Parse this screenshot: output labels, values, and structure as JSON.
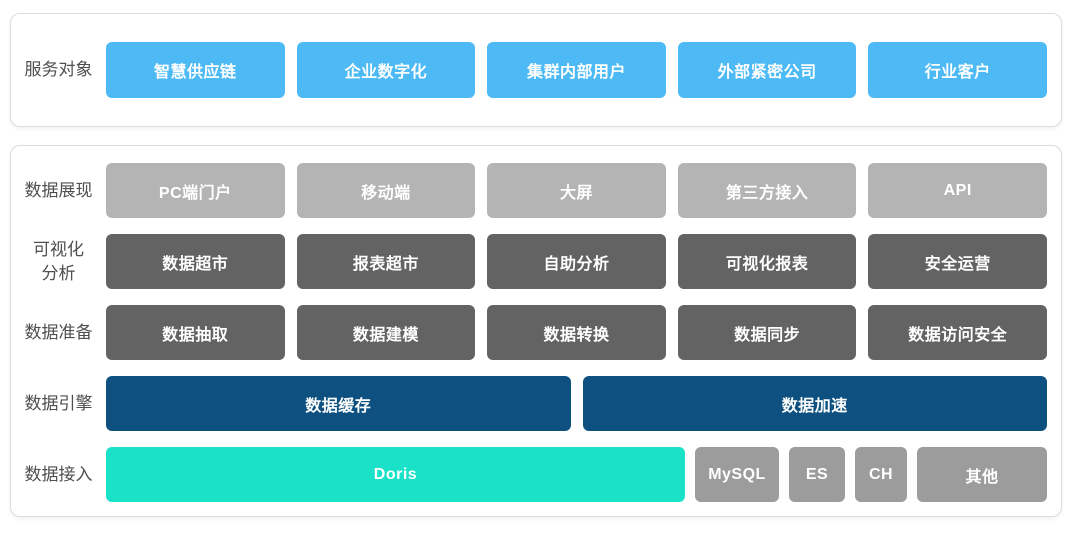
{
  "colors": {
    "blue": "#4dbaf5",
    "light_gray": "#b4b4b4",
    "dark_gray": "#636363",
    "navy": "#0e5180",
    "teal": "#19e2c8",
    "mid_gray": "#9c9c9c"
  },
  "service_panel": {
    "label": "服务对象",
    "items": [
      "智慧供应链",
      "企业数字化",
      "集群内部用户",
      "外部紧密公司",
      "行业客户"
    ]
  },
  "platform_panel": {
    "presentation": {
      "label": "数据展现",
      "items": [
        "PC端门户",
        "移动端",
        "大屏",
        "第三方接入",
        "API"
      ]
    },
    "visual_analysis": {
      "label": "可视化\n分析",
      "items": [
        "数据超市",
        "报表超市",
        "自助分析",
        "可视化报表",
        "安全运营"
      ]
    },
    "preparation": {
      "label": "数据准备",
      "items": [
        "数据抽取",
        "数据建模",
        "数据转换",
        "数据同步",
        "数据访问安全"
      ]
    },
    "engine": {
      "label": "数据引擎",
      "items": [
        "数据缓存",
        "数据加速"
      ]
    },
    "access": {
      "label": "数据接入",
      "items": [
        "Doris",
        "MySQL",
        "ES",
        "CH",
        "其他"
      ]
    }
  }
}
